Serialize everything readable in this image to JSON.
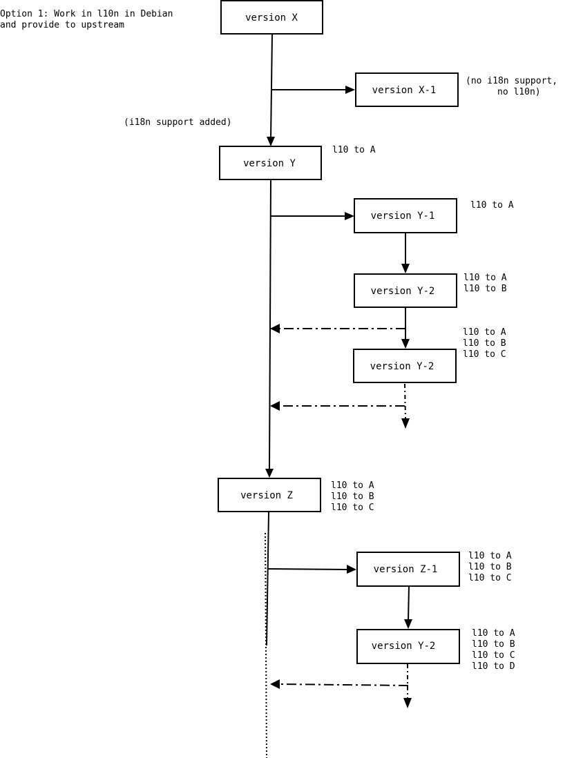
{
  "caption": [
    "Option 1: Work in l10n in Debian",
    "and provide to upstream"
  ],
  "nodes": {
    "x": {
      "label": "version X",
      "notes": []
    },
    "x1": {
      "label": "version X-1",
      "notes": [
        "(no i18n support,",
        "no l10n)"
      ]
    },
    "y": {
      "label": "version Y",
      "notes": [
        "l10 to A"
      ]
    },
    "y1": {
      "label": "version Y-1",
      "notes": [
        "l10 to A"
      ]
    },
    "y2a": {
      "label": "version Y-2",
      "notes": [
        "l10 to A",
        "l10 to B"
      ]
    },
    "y2b": {
      "label": "version Y-2",
      "notes": [
        "l10 to A",
        "l10 to B",
        "l10 to C"
      ]
    },
    "z": {
      "label": "version Z",
      "notes": [
        "l10 to A",
        "l10 to B",
        "l10 to C"
      ]
    },
    "z1": {
      "label": "version Z-1",
      "notes": [
        "l10 to A",
        "l10 to B",
        "l10 to C"
      ]
    },
    "y2c": {
      "label": "version Y-2",
      "notes": [
        "l10 to A",
        "l10 to B",
        "l10 to C",
        "l10 to D"
      ]
    }
  },
  "edge_labels": {
    "x_to_y": "(i18n support added)"
  }
}
